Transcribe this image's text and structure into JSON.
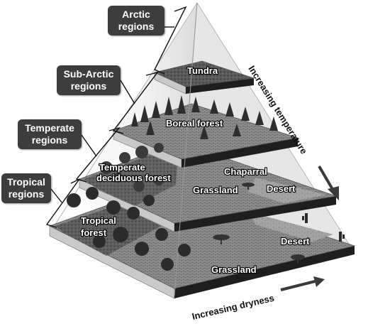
{
  "regions": [
    {
      "line1": "Arctic",
      "line2": "regions"
    },
    {
      "line1": "Sub-Arctic",
      "line2": "regions"
    },
    {
      "line1": "Temperate",
      "line2": "regions"
    },
    {
      "line1": "Tropical",
      "line2": "regions"
    }
  ],
  "biomes": {
    "tundra": "Tundra",
    "boreal": "Boreal forest",
    "temperate_forest_1": "Temperate",
    "temperate_forest_2": "deciduous forest",
    "chaparral": "Chaparral",
    "temperate_grassland": "Grassland",
    "temperate_desert": "Desert",
    "tropical_forest_1": "Tropical",
    "tropical_forest_2": "forest",
    "tropical_grassland": "Grassland",
    "tropical_desert": "Desert"
  },
  "axes": {
    "temperature": "Increasing temperature",
    "dryness": "Increasing dryness"
  },
  "colors": {
    "label_box": "#3d3d3d",
    "arrow": "#3a3a3a"
  }
}
